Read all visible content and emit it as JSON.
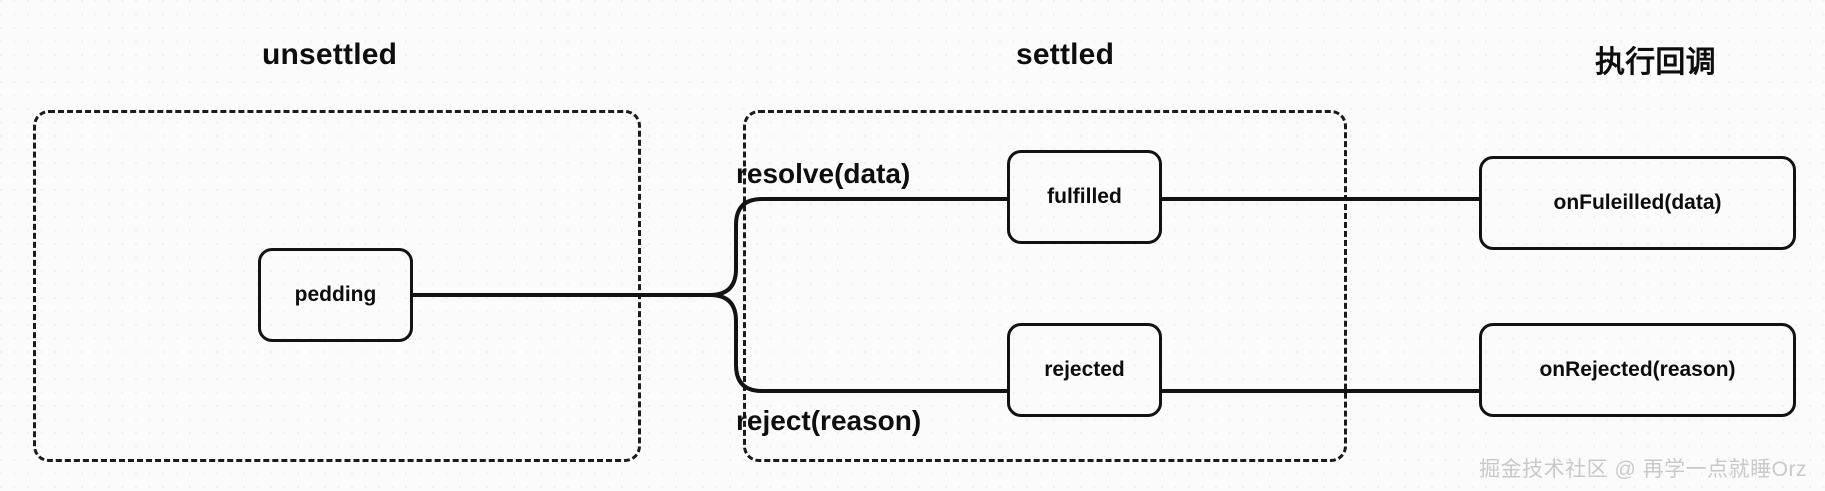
{
  "diagram": {
    "title_unsettled": "unsettled",
    "title_settled": "settled",
    "title_callback": "执行回调",
    "groups": [
      {
        "id": "unsettled",
        "label": "unsettled",
        "style": "dashed"
      },
      {
        "id": "settled",
        "label": "settled",
        "style": "dashed"
      }
    ],
    "nodes": [
      {
        "id": "pedding",
        "label": "pedding",
        "group": "unsettled"
      },
      {
        "id": "fulfilled",
        "label": "fulfilled",
        "group": "settled"
      },
      {
        "id": "rejected",
        "label": "rejected",
        "group": "settled"
      },
      {
        "id": "onfulfilled",
        "label": "onFuleilled(data)",
        "group": "callback"
      },
      {
        "id": "onrejected",
        "label": "onRejected(reason)",
        "group": "callback"
      }
    ],
    "edges": [
      {
        "from": "pedding",
        "to": "fulfilled",
        "label": "resolve(data)"
      },
      {
        "from": "pedding",
        "to": "rejected",
        "label": "reject(reason)"
      },
      {
        "from": "fulfilled",
        "to": "onfulfilled",
        "label": ""
      },
      {
        "from": "rejected",
        "to": "onrejected",
        "label": ""
      }
    ],
    "edge_label_resolve": "resolve(data)",
    "edge_label_reject": "reject(reason)",
    "colors": {
      "stroke": "#121212",
      "text": "#0d0d0d",
      "background": "#fbfbfb",
      "watermark": "#c9c9c9"
    }
  },
  "watermark": {
    "text": "掘金技术社区 @ 再学一点就睡Orz"
  }
}
